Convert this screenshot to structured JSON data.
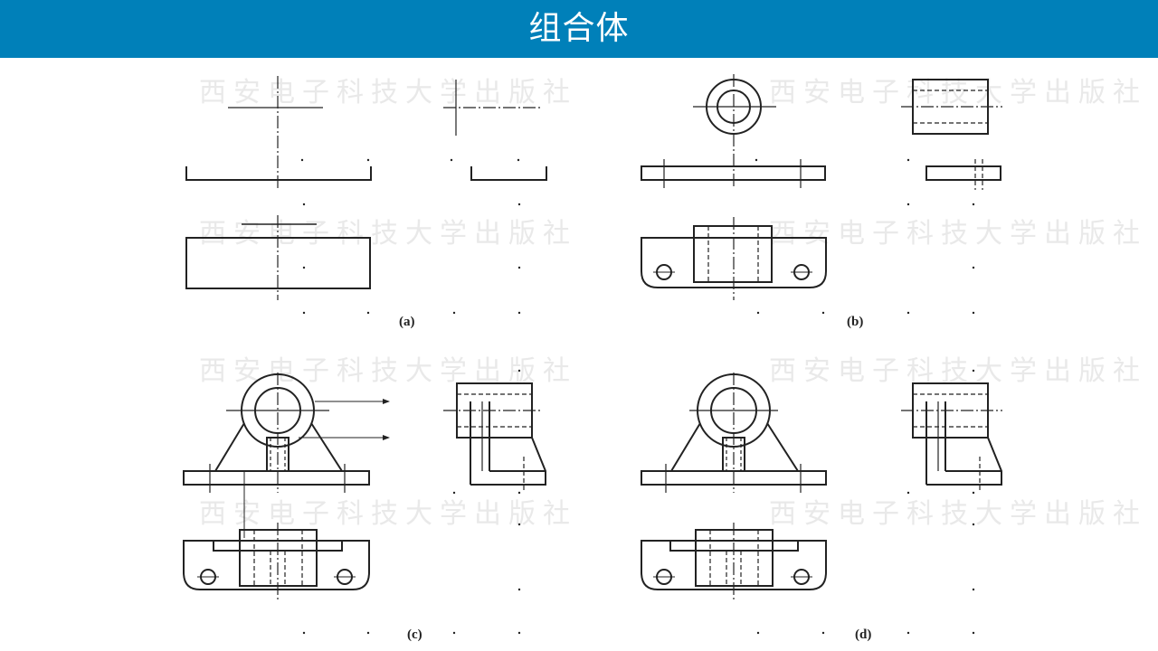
{
  "slide": {
    "title": "组合体"
  },
  "figure": {
    "watermark": "西安电子科技大学出版社",
    "panels": [
      {
        "id": "a",
        "caption": "(a)"
      },
      {
        "id": "b",
        "caption": "(b)"
      },
      {
        "id": "c",
        "caption": "(c)"
      },
      {
        "id": "d",
        "caption": "(d)"
      }
    ]
  }
}
